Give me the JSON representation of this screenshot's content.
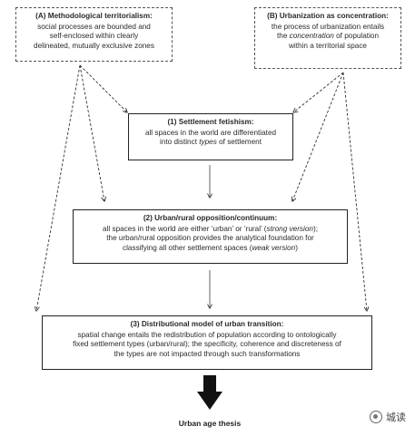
{
  "box_a": {
    "title": "(A) Methodological territorialism:",
    "lines": [
      "social processes are bounded and",
      "self-enclosed within clearly",
      "delineated, mutually exclusive zones"
    ]
  },
  "box_b": {
    "title": "(B) Urbanization as concentration:",
    "line1": "the process of urbanization entails",
    "line2_pre": "the ",
    "line2_em": "concentration",
    "line2_post": " of population",
    "line3": "within a territorial space"
  },
  "box_1": {
    "title": "(1) Settlement fetishism:",
    "line1": "all spaces in the world are differentiated",
    "line2_pre": "into distinct ",
    "line2_em": "types",
    "line2_post": " of settlement"
  },
  "box_2": {
    "title": "(2) Urban/rural opposition/continuum:",
    "line1_pre": "all spaces in the world are either ‘urban’ or ‘rural’ (",
    "line1_em": "strong version",
    "line1_post": ");",
    "line2": "the urban/rural opposition provides the analytical foundation for",
    "line3_pre": "classifying all other settlement spaces (",
    "line3_em": "weak version",
    "line3_post": ")"
  },
  "box_3": {
    "title": "(3) Distributional model of urban transition:",
    "lines": [
      "spatial change entails the redistribution of population according to ontologically",
      "fixed settlement types (urban/rural); the specificity, coherence and discreteness of",
      "the types are not impacted through such transformations"
    ]
  },
  "conclusion": "Urban age thesis",
  "watermark": "城读",
  "colors": {
    "line": "#333333",
    "big_arrow": "#111111"
  }
}
